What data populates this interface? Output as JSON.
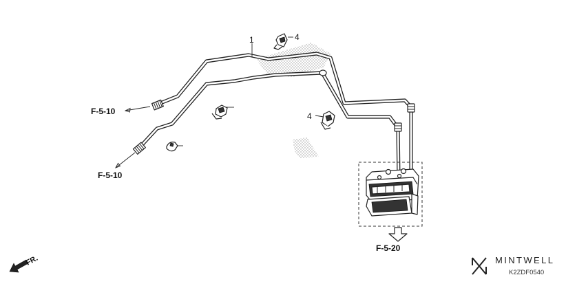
{
  "labels": {
    "ref_f510_upper": "F-5-10",
    "ref_f510_lower": "F-5-10",
    "ref_f520": "F-5-20",
    "part_1": "1",
    "part_4_top": "4",
    "part_4_mid": "4",
    "fr": "FR."
  },
  "brand": {
    "name": "MINTWELL",
    "diagram_code": "K2ZDF0540"
  }
}
